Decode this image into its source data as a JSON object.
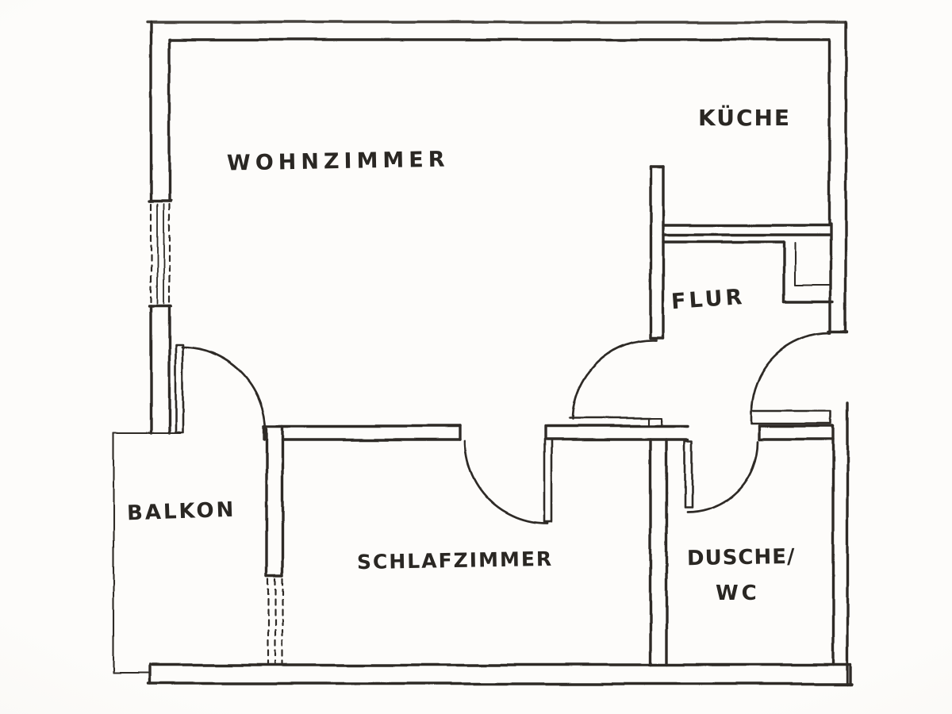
{
  "colors": {
    "paper": "#fbfaf7",
    "ink": "#2e2b27",
    "label_ink": "#2a2723"
  },
  "rooms": {
    "wohnzimmer": {
      "label": "WOHNZIMMER"
    },
    "kueche": {
      "label": "KÜCHE"
    },
    "flur": {
      "label": "FLUR"
    },
    "balkon": {
      "label": "BALKON"
    },
    "schlafzimmer": {
      "label": "SCHLAFZIMMER"
    },
    "dusche_wc": {
      "label_line1": "DUSCHE/",
      "label_line2": "WC"
    }
  }
}
